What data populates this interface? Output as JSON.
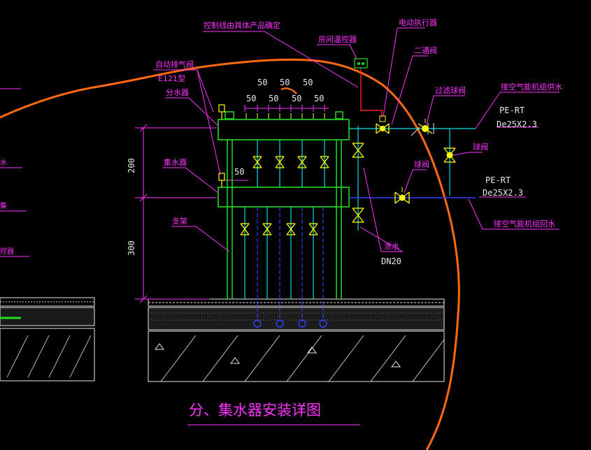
{
  "title": "分、集水器安装详图",
  "labels": {
    "control_line": "控制线由具体产品确定",
    "room_thermostat": "房间温控器",
    "actuator": "电动执行器",
    "two_way_valve": "二通阀",
    "auto_vent": "自动排气阀",
    "auto_vent_model": "E121型",
    "distributor": "分水器",
    "filter_valve": "过滤球阀",
    "supply_to": "接空气能机组供水",
    "supply_pipe": "PE-RT",
    "supply_pipe_size": "De25X2.3",
    "ball_valve": "球阀",
    "ball_valve_2": "球阀",
    "collector": "集水器",
    "return_pipe": "PE-RT",
    "return_pipe_size": "De25X2.3",
    "return_to": "接空气能机组回水",
    "bracket": "支架",
    "drain": "泄水",
    "drain_size": "DN20"
  },
  "dimensions": {
    "top_row": [
      "50",
      "50",
      "50"
    ],
    "second_row": [
      "50",
      "50",
      "50",
      "50"
    ],
    "short": "50",
    "vertical_200": "200",
    "vertical_300": "300"
  },
  "colors": {
    "magenta": "#ff33ff",
    "green": "#22dd22",
    "cyan": "#00e0e0",
    "yellow": "#ffff00",
    "blue": "#3040ff",
    "orange": "#ff6a10",
    "red": "#ff2020",
    "white": "#e8e8e8"
  }
}
